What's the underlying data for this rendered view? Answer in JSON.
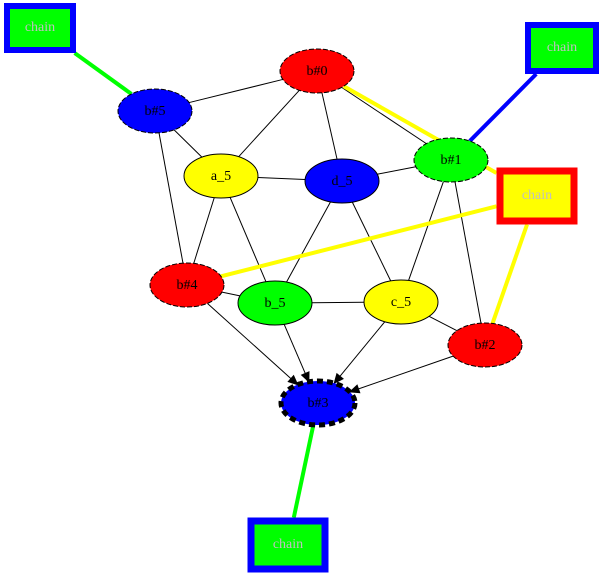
{
  "colors": {
    "background": "#ffffff",
    "red": "#ff0000",
    "blue": "#0000ff",
    "green": "#00ff00",
    "yellow": "#ffff00",
    "black": "#000000",
    "gray_text": "#c0c0c0"
  },
  "nodes": [
    {
      "id": "b0",
      "label": "b#0",
      "fill": "#ff0000",
      "dashed": true
    },
    {
      "id": "b1",
      "label": "b#1",
      "fill": "#00ff00",
      "dashed": true
    },
    {
      "id": "b2",
      "label": "b#2",
      "fill": "#ff0000",
      "dashed": true
    },
    {
      "id": "b3",
      "label": "b#3",
      "fill": "#0000ff",
      "dashed": true,
      "bold_border": true
    },
    {
      "id": "b4",
      "label": "b#4",
      "fill": "#ff0000",
      "dashed": true
    },
    {
      "id": "b5",
      "label": "b#5",
      "fill": "#0000ff",
      "dashed": true
    },
    {
      "id": "a5",
      "label": "a_5",
      "fill": "#ffff00",
      "dashed": false
    },
    {
      "id": "b5n",
      "label": "b_5",
      "fill": "#00ff00",
      "dashed": false
    },
    {
      "id": "c5",
      "label": "c_5",
      "fill": "#ffff00",
      "dashed": false
    },
    {
      "id": "d5",
      "label": "d_5",
      "fill": "#0000ff",
      "dashed": false
    }
  ],
  "chains": [
    {
      "id": "chain_tl",
      "label": "chain",
      "fill": "#00ff00",
      "border": "#0000ff"
    },
    {
      "id": "chain_tr",
      "label": "chain",
      "fill": "#00ff00",
      "border": "#0000ff"
    },
    {
      "id": "chain_mr",
      "label": "chain",
      "fill": "#ffff00",
      "border": "#ff0000"
    },
    {
      "id": "chain_bot",
      "label": "chain",
      "fill": "#00ff00",
      "border": "#0000ff"
    }
  ],
  "edges": [
    [
      "b0",
      "b5"
    ],
    [
      "b0",
      "a5"
    ],
    [
      "b0",
      "d5"
    ],
    [
      "b0",
      "b1"
    ],
    [
      "b5",
      "a5"
    ],
    [
      "b5",
      "b4"
    ],
    [
      "a5",
      "d5"
    ],
    [
      "a5",
      "b4"
    ],
    [
      "a5",
      "b5n"
    ],
    [
      "d5",
      "b1"
    ],
    [
      "d5",
      "b5n"
    ],
    [
      "d5",
      "c5"
    ],
    [
      "b1",
      "c5"
    ],
    [
      "b1",
      "b2"
    ],
    [
      "b4",
      "b5n"
    ],
    [
      "b4",
      "b3"
    ],
    [
      "b5n",
      "c5"
    ],
    [
      "b5n",
      "b3"
    ],
    [
      "c5",
      "b2"
    ],
    [
      "c5",
      "b3"
    ],
    [
      "b2",
      "b3"
    ]
  ],
  "chain_edges": [
    {
      "from": "chain_tl",
      "to": "b5",
      "color": "#00ff00"
    },
    {
      "from": "chain_tr",
      "to": "b1",
      "color": "#0000ff"
    },
    {
      "from": "chain_mr",
      "to": "b0",
      "color": "#ffff00"
    },
    {
      "from": "chain_mr",
      "to": "b4",
      "color": "#ffff00"
    },
    {
      "from": "chain_mr",
      "to": "b2",
      "color": "#ffff00"
    },
    {
      "from": "chain_bot",
      "to": "b3",
      "color": "#00ff00"
    }
  ]
}
